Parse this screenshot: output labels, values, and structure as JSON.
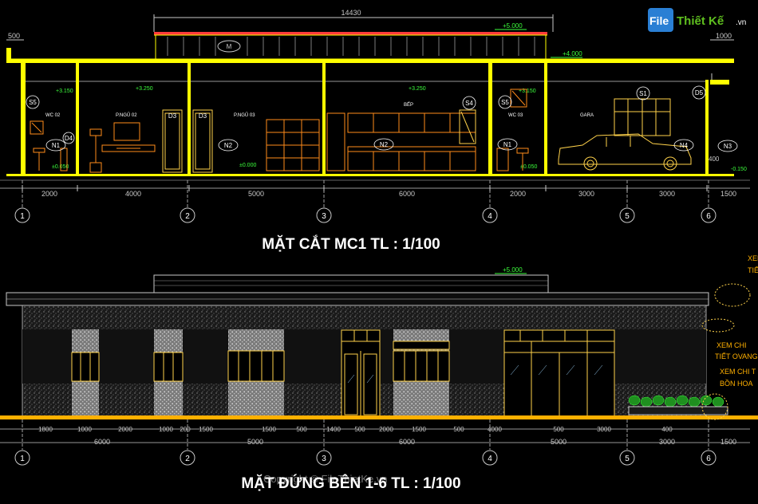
{
  "colors": {
    "background": "#000000",
    "wall": "#ffff00",
    "dim": "#c8c8c8",
    "furniture": "#ff8c1a",
    "door": "#ffd24a",
    "level": "#3cff3c",
    "brick": "#d9d9d9",
    "concrete": "#7f7f7f",
    "red": "#ff3b3b",
    "watermark_blue": "#2a7fd4",
    "watermark_green": "#5fbf1f"
  },
  "watermark": {
    "brand_part1": "File",
    "brand_part2": "Thiết Kế",
    "brand_suffix": ".vn",
    "bottom_text": "Copyright © FileThietKe.vn"
  },
  "section": {
    "title": "MẶT CẮT MC1 TL : 1/100",
    "overall_dim": "14430",
    "left_overhang": "500",
    "right_overhang": "1000",
    "roof_level": "+5.000",
    "eave_level": "+4.000",
    "right_small_dim": "400",
    "levels": {
      "ceiling_wc1": "+3.150",
      "ceiling_bed2": "+3.250",
      "ceiling_kitchen": "+3.250",
      "ceiling_wc2": "+3.150",
      "floor_wc1": "±0.050",
      "floor_bed3": "±0.000",
      "floor_wc2": "±0.050",
      "floor_garage": "-0.150"
    },
    "rooms": {
      "wc1": "WC 02",
      "bed2": "P.NGỦ 02",
      "bed3": "P.NGỦ 03",
      "kitchen": "BẾP",
      "wc2": "WC 03",
      "garage": "GARA"
    },
    "tags": {
      "m": "M",
      "s5a": "S5",
      "s5b": "S5",
      "s4": "S4",
      "s1": "S1",
      "d3a": "D3",
      "d3b": "D3",
      "d4": "D4",
      "d5": "D5",
      "n1a": "N1",
      "n1b": "N1",
      "n2a": "N2",
      "n2b": "N2",
      "n3": "N3",
      "n4": "N4"
    },
    "dims": [
      "2000",
      "4000",
      "5000",
      "6000",
      "2000",
      "3000",
      "3000",
      "1500"
    ],
    "axes": [
      "1",
      "2",
      "3",
      "4",
      "5",
      "6"
    ]
  },
  "elevation": {
    "title": "MẶT ĐỨNG BÊN 1-6 TL : 1/100",
    "roof_level": "+5.000",
    "notes": [
      "XEM",
      "TIẾ",
      "XEM CHI",
      "TIẾT OVANG",
      "XEM CHI T",
      "BỒN HOA"
    ],
    "dims_detail": [
      "1800",
      "1000",
      "2000",
      "1000",
      "200",
      "1500",
      "1500",
      "500",
      "1400",
      "500",
      "2000",
      "1500",
      "500",
      "4000",
      "500",
      "3000",
      "400"
    ],
    "dims_main": [
      "6000",
      "5000",
      "6000",
      "5000",
      "3000",
      "1500"
    ],
    "axes": [
      "1",
      "2",
      "3",
      "4",
      "5",
      "6"
    ]
  }
}
